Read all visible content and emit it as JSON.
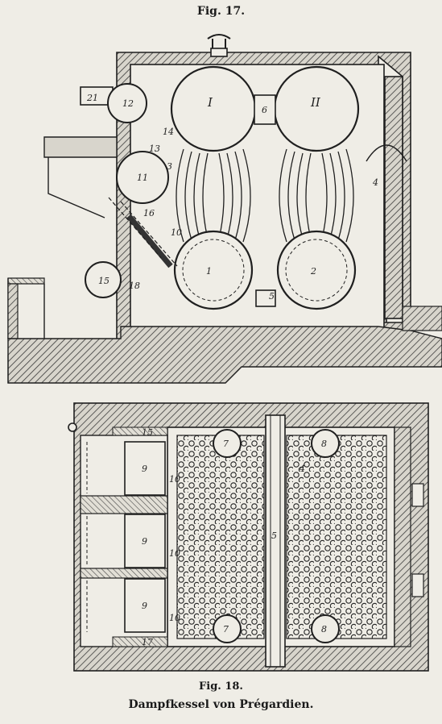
{
  "figure_top_label": "Fig. 17.",
  "figure_bottom_label": "Fig. 18.",
  "caption": "Dampfkessel von Prégardien.",
  "colors": {
    "ink": "#1f1f1f",
    "paper": "#efede6",
    "hatch": "#3a3a3a"
  },
  "fig17_labels": {
    "drum_left": "I",
    "drum_right": "II",
    "n21": "21",
    "n12": "12",
    "n6": "6",
    "n14": "14",
    "n13": "13",
    "n3": "3",
    "n4": "4",
    "n11": "11",
    "n16": "16",
    "n10": "10",
    "n1": "1",
    "n2": "2",
    "n15": "15",
    "n18": "18",
    "n5": "5"
  },
  "fig18_labels": {
    "n7a": "7",
    "n8a": "8",
    "n7b": "7",
    "n8b": "8",
    "n15": "15",
    "n17": "17",
    "n4": "4",
    "n5": "5",
    "n9a": "9",
    "n9b": "9",
    "n9c": "9",
    "n10a": "10",
    "n10b": "10",
    "n10c": "10"
  }
}
